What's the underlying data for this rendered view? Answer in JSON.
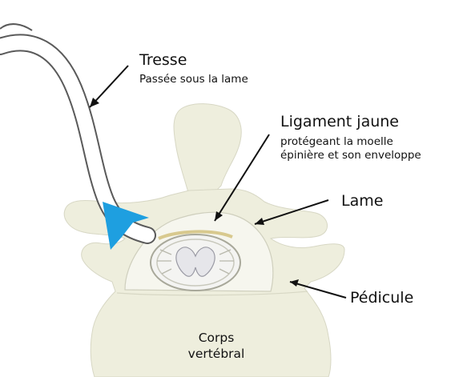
{
  "labels": {
    "tresse": {
      "title": "Tresse",
      "subtitle": "Passée sous la lame"
    },
    "ligament": {
      "title": "Ligament jaune",
      "line1": "protégeant la moelle",
      "line2": "épinière et son enveloppe"
    },
    "lame": {
      "title": "Lame"
    },
    "pedicule": {
      "title": "Pédicule"
    },
    "corps": {
      "line1": "Corps",
      "line2": "vertébral"
    }
  },
  "colors": {
    "bone": "#eeeedd",
    "bone_outline": "#d7d7c4",
    "canal": "#f6f6ee",
    "arrow_blue": "#1e9fe0",
    "tube_stroke": "#5a5a5a",
    "text": "#111111"
  },
  "icons": {
    "direction_arrow": "blue-chevron-arrow-icon"
  }
}
